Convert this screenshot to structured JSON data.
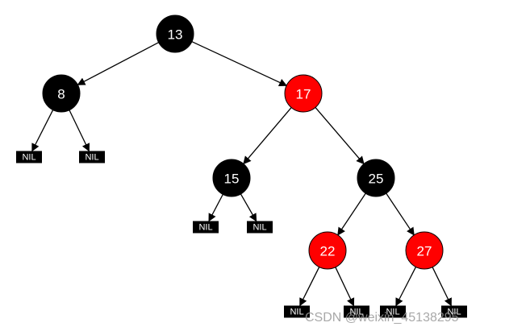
{
  "diagram": {
    "colors": {
      "red": "#ff0000",
      "black": "#000000",
      "nil_fill": "#000000",
      "text": "#ffffff",
      "edge": "#000000"
    },
    "nodes": [
      {
        "id": "n13",
        "label": "13",
        "color": "black"
      },
      {
        "id": "n8",
        "label": "8",
        "color": "black"
      },
      {
        "id": "n17",
        "label": "17",
        "color": "red"
      },
      {
        "id": "n15",
        "label": "15",
        "color": "black"
      },
      {
        "id": "n25",
        "label": "25",
        "color": "black"
      },
      {
        "id": "n22",
        "label": "22",
        "color": "red"
      },
      {
        "id": "n27",
        "label": "27",
        "color": "red"
      }
    ],
    "nil_label": "NIL",
    "edges": [
      {
        "from": "n13",
        "to": "n8"
      },
      {
        "from": "n13",
        "to": "n17"
      },
      {
        "from": "n8",
        "to": "nil1"
      },
      {
        "from": "n8",
        "to": "nil2"
      },
      {
        "from": "n17",
        "to": "n15"
      },
      {
        "from": "n17",
        "to": "n25"
      },
      {
        "from": "n15",
        "to": "nil3"
      },
      {
        "from": "n15",
        "to": "nil4"
      },
      {
        "from": "n25",
        "to": "n22"
      },
      {
        "from": "n25",
        "to": "n27"
      },
      {
        "from": "n22",
        "to": "nil5"
      },
      {
        "from": "n22",
        "to": "nil6"
      },
      {
        "from": "n27",
        "to": "nil7"
      },
      {
        "from": "n27",
        "to": "nil8"
      }
    ]
  },
  "watermark": "CSDN @weixin_45138295"
}
